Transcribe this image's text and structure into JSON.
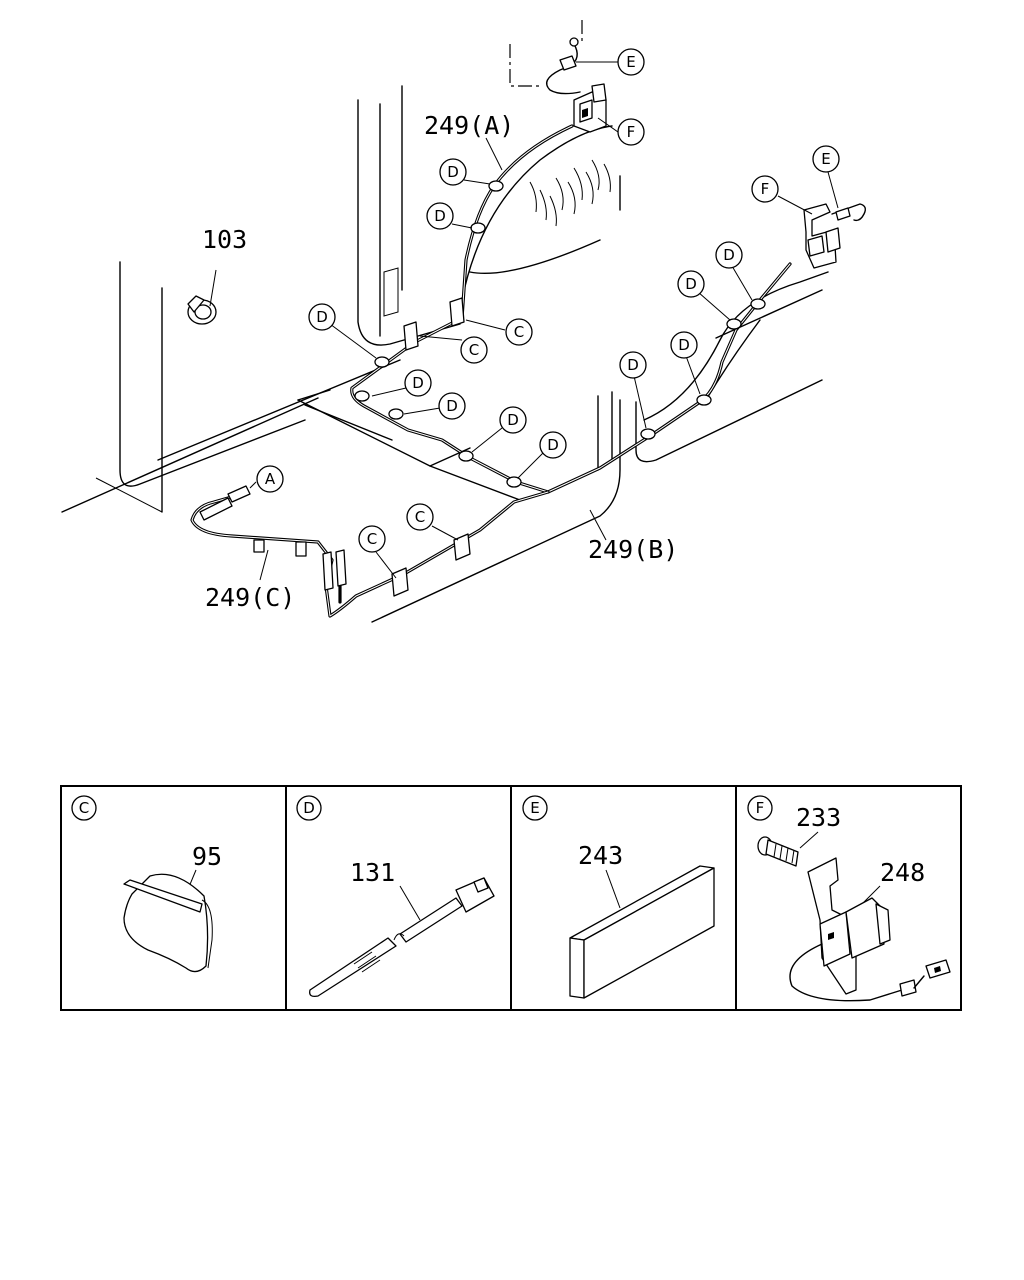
{
  "main_callouts": {
    "part_103": "103",
    "part_249a": "249(A)",
    "part_249b": "249(B)",
    "part_249c": "249(C)"
  },
  "circle_labels": {
    "A": "A",
    "C": "C",
    "D": "D",
    "E": "E",
    "F": "F"
  },
  "detail_panels": [
    {
      "letter": "C",
      "parts": [
        "95"
      ]
    },
    {
      "letter": "D",
      "parts": [
        "131"
      ]
    },
    {
      "letter": "E",
      "parts": [
        "243"
      ]
    },
    {
      "letter": "F",
      "parts": [
        "233",
        "248"
      ]
    }
  ]
}
